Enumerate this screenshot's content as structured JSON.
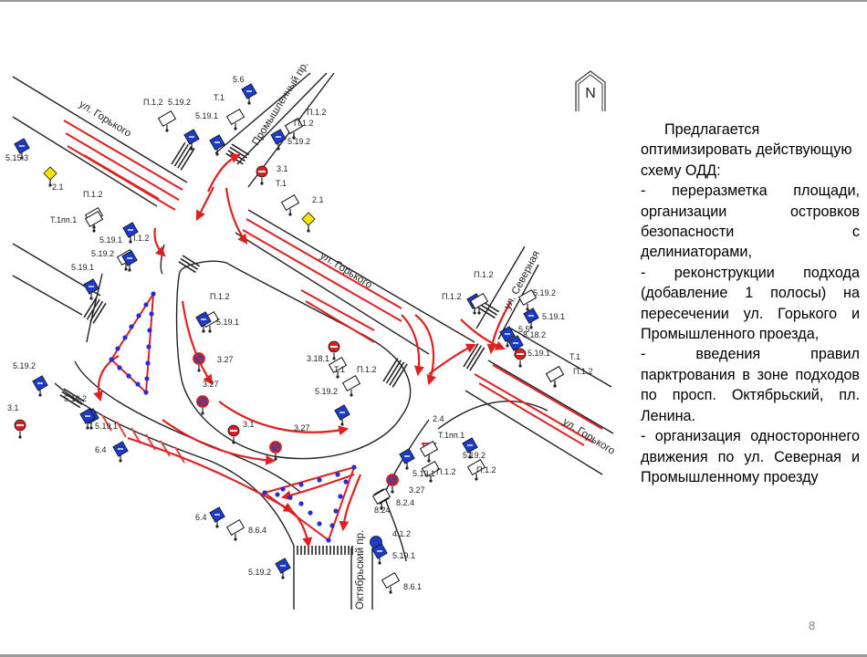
{
  "streets": {
    "gorky_top": "ул. Горького",
    "gorky_mid": "ул. Горького",
    "gorky_right": "ул. Горького",
    "promyshlenny": "Промышленный пр.",
    "severnaya": "ул. Северная",
    "oktyabrsky": "Октябрьский пр."
  },
  "sign_codes": [
    "5.6",
    "П.1.2",
    "5.19.2",
    "Т.1",
    "П.1.2",
    "5.19.1",
    "П.1.2",
    "5.19.2",
    "3.1",
    "5.15.3",
    "2.1",
    "Т.1",
    "2.1",
    "П.1.2",
    "Т.1пп.1",
    "5.19.1",
    "П.1.2",
    "5.19.2",
    "5.19.1",
    "П.1.2",
    "5.19.1",
    "3.27",
    "3.27",
    "3.1",
    "3.27",
    "3.18.1",
    "Т.1",
    "П.1.2",
    "5.19.2",
    "5.19.2",
    "5.19.2",
    "3.1",
    "5.19.1",
    "6.4",
    "П.1.2",
    "5.19.2",
    "П.1.2",
    "5.19.1",
    "5.5",
    "8.18.2",
    "5.19.1",
    "Т.1",
    "П.1.2",
    "2.4",
    "Т.1пп.1",
    "П.1.2",
    "5.19.2",
    "5.19.1",
    "П.1.2",
    "3.27",
    "8.2.4",
    "8.24",
    "6.4",
    "8.6.4",
    "4.1.2",
    "5.19.1",
    "5.19.2",
    "8.6.1"
  ],
  "north_letter": "N",
  "proposal": {
    "lead": "Предлагается оптимизировать действующую схему ОДД:",
    "items": [
      "- переразметка площади, организации островков безопасности с делиниаторами,",
      "- реконструкции подхода (добавление 1 полосы) на пересечении ул. Горького и Промышленного проезда,",
      "- введения правил парктрования в зоне подходов по просп. Октябрьский, пл. Ленина.",
      "- организация одностороннего движения по ул. Северная и Промышленному проезду"
    ]
  },
  "page_number": "8",
  "colors": {
    "arrow_red": "#e02020",
    "sign_blue": "#1c3cc8",
    "sign_red": "#d81e1e",
    "island_blue": "#2a2ad2",
    "road_line": "#222222",
    "hatch": "#e24444",
    "warning_yellow": "#f4e600"
  }
}
